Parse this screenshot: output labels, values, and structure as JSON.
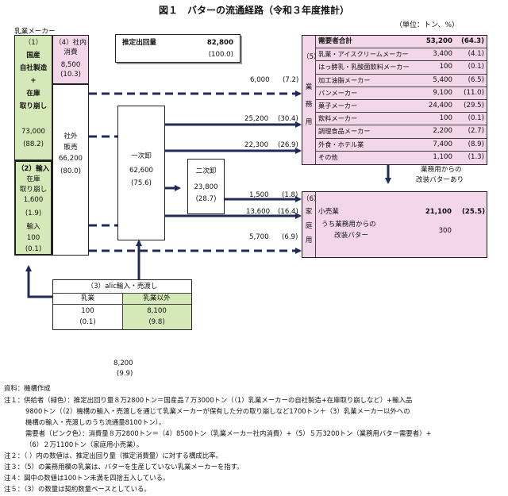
{
  "title": "図１　バターの流通経路（令和３年度推計）",
  "unit": "（単位：トン、%）",
  "dairy_maker_label": "乳業メーカー",
  "estimate": {
    "label": "推定出回量",
    "value": "82,800",
    "pct": "(100.0)"
  },
  "domestic": {
    "num": "（1）",
    "label1": "国産",
    "label2": "自社製造",
    "plus": "+",
    "label3": "在庫",
    "label4": "取り崩し",
    "value": "73,000",
    "pct": "(88.2)"
  },
  "imports": {
    "num": "（2）輸入",
    "label1": "在庫",
    "label2": "取り崩し",
    "value1": "1,600",
    "pct1": "(1.9)",
    "label3": "輸入",
    "value2": "100",
    "pct2": "(0.1)"
  },
  "inhouse": {
    "num": "（4）社内",
    "label": "消費",
    "value": "8,500",
    "pct": "(10.3)"
  },
  "external": {
    "label1": "社外",
    "label2": "販売",
    "value": "66,200",
    "pct": "(80.0)"
  },
  "primary": {
    "label": "一次卸",
    "value": "62,600",
    "pct": "(75.6)"
  },
  "secondary": {
    "label": "二次卸",
    "value": "23,800",
    "pct": "(28.7)"
  },
  "flows": [
    {
      "value": "6,000",
      "pct": "(7.2)"
    },
    {
      "value": "25,200",
      "pct": "(30.4)"
    },
    {
      "value": "22,300",
      "pct": "(26.9)"
    },
    {
      "value": "1,500",
      "pct": "(1.8)"
    },
    {
      "value": "13,600",
      "pct": "(16.4)"
    },
    {
      "value": "5,700",
      "pct": "(6.9)"
    }
  ],
  "business": {
    "num": "（5）",
    "vlabel": [
      "業",
      "務",
      "用"
    ],
    "rows": [
      {
        "name": "需要者合計",
        "value": "53,200",
        "pct": "(64.3)"
      },
      {
        "name": "乳業・アイスクリームメーカー",
        "value": "3,400",
        "pct": "(4.1)"
      },
      {
        "name": "はっ酵乳・乳酸菌飲料メーカー",
        "value": "100",
        "pct": "(0.1)"
      },
      {
        "name": "加工油脂メーカー",
        "value": "5,400",
        "pct": "(6.5)"
      },
      {
        "name": "パンメーカー",
        "value": "9,100",
        "pct": "(11.0)"
      },
      {
        "name": "菓子メーカー",
        "value": "24,400",
        "pct": "(29.5)"
      },
      {
        "name": "飲料メーカー",
        "value": "100",
        "pct": "(0.1)"
      },
      {
        "name": "調理食品メーカー",
        "value": "2,200",
        "pct": "(2.7)"
      },
      {
        "name": "外食・ホテル業",
        "value": "7,400",
        "pct": "(8.9)"
      },
      {
        "name": "その他",
        "value": "1,100",
        "pct": "(1.3)"
      }
    ]
  },
  "business_note1": "業務用からの",
  "business_note2": "改装バターあり",
  "household": {
    "num": "（6）",
    "vlabel": [
      "家",
      "庭",
      "用"
    ],
    "retail_label": "小売業",
    "retail_value": "21,100",
    "retail_pct": "(25.5)",
    "sub_label1": "うち業務用からの",
    "sub_label2": "改装バター",
    "sub_value": "300"
  },
  "alic": {
    "title": "（3）alic輸入・売渡し",
    "col1": "乳業",
    "col2": "乳業以外",
    "v1": "100",
    "p1": "(0.1)",
    "v2": "8,100",
    "p2": "(9.8)",
    "total": "8,200",
    "total_pct": "(9.9)"
  },
  "notes": {
    "source": "資料：機構作成",
    "n1a": "注１：供給者（緑色）：推定出回り量８万2800トン＝国産品７万3000トン（（1）乳業メーカーの自社製造+在庫取り崩しなど）+輸入品",
    "n1b": "9800トン（（2）機構の輸入・売渡しを通じて乳業メーカーが保有した分の取り崩しなど1700トン＋（3）乳業メーカー以外への",
    "n1c": "機構の輸入・売渡しのうち流通量8100トン）。",
    "n1d": "需要者（ピンク色）：消費量８万2800トン＝（4）8500トン（乳業メーカー社内消費）+（5）５万3200トン（業務用バター需要者）+",
    "n1e": "（6）２万1100トン（家庭用小売業）。",
    "n2": "注２：（ ）内の数値は、推定出回り量（推定消費量）に対する構成比率。",
    "n3": "注３：（5）の業務用欄の乳業は、バターを生産していない乳業メーカーを指す。",
    "n4": "注４：図中の数値は100トン未満を四捨五入している。",
    "n5": "注５：（3）の数量は契約数量ベースとしている。"
  }
}
